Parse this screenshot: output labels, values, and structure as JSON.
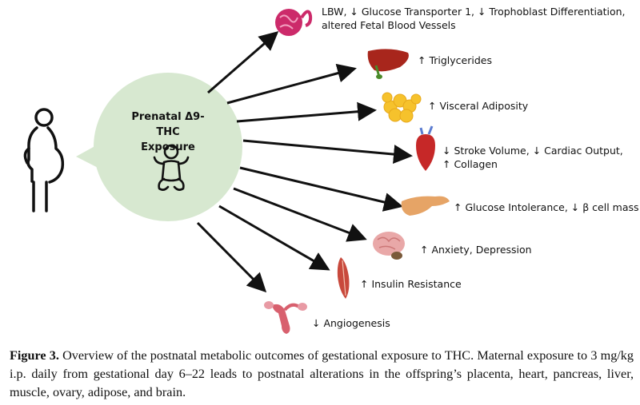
{
  "center": {
    "title_line1": "Prenatal Δ9-THC",
    "title_line2": "Exposure"
  },
  "outcomes": [
    {
      "organ": "placenta",
      "line1": "LBW, ↓ Glucose Transporter 1, ↓ Trophoblast Differentiation,",
      "line2": "altered Fetal Blood Vessels"
    },
    {
      "organ": "liver",
      "line1": "↑ Triglycerides"
    },
    {
      "organ": "adipose",
      "line1": "↑ Visceral Adiposity"
    },
    {
      "organ": "heart",
      "line1": "↓  Stroke Volume, ↓  Cardiac Output,",
      "line2": "↑ Collagen"
    },
    {
      "organ": "pancreas",
      "line1": "↑ Glucose Intolerance, ↓ β cell mass"
    },
    {
      "organ": "brain",
      "line1": "↑  Anxiety, Depression"
    },
    {
      "organ": "muscle",
      "line1": "↑  Insulin Resistance"
    },
    {
      "organ": "ovary",
      "line1": "↓ Angiogenesis"
    }
  ],
  "caption": {
    "label": "Figure 3.",
    "text": " Overview of the postnatal metabolic outcomes of gestational exposure to THC. Maternal exposure to 3 mg/kg i.p.  daily from gestational day 6–22 leads to postnatal alterations in the offspring’s placenta, heart, pancreas, liver, muscle, ovary, adipose, and brain."
  },
  "icons": [
    "pregnant-woman-icon",
    "baby-icon",
    "placenta-icon",
    "liver-icon",
    "adipose-icon",
    "heart-icon",
    "pancreas-icon",
    "brain-icon",
    "muscle-icon",
    "ovary-icon"
  ],
  "colors": {
    "circle": "#d7e8d0",
    "arrow": "#111111",
    "placenta": "#cc2a6a",
    "liver": "#a8261c",
    "adipose": "#f6c22c",
    "heart": "#c62828",
    "pancreas": "#e6a466",
    "brain": "#e9a8a8",
    "muscle": "#c8493c",
    "ovary": "#d8606e"
  }
}
